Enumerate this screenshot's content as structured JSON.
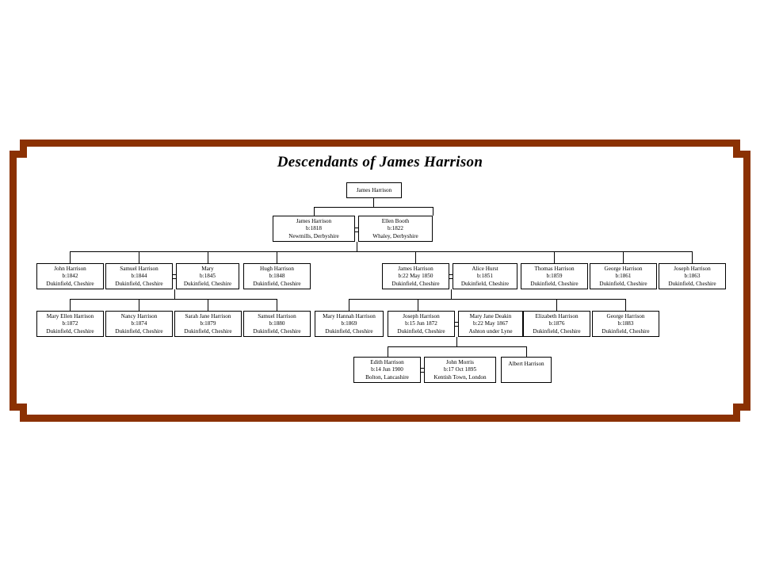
{
  "chart": {
    "title": "Descendants of James Harrison",
    "frame_color": "#8B3103",
    "background": "#ffffff",
    "line_color": "#000000"
  },
  "people": {
    "g1_james": {
      "name": "James Harrison",
      "birth": "",
      "place": ""
    },
    "g2_james": {
      "name": "James Harrison",
      "birth": "b:1818",
      "place": "Newmills, Derbyshire"
    },
    "g2_ellen": {
      "name": "Ellen Booth",
      "birth": "b:1822",
      "place": "Whaley, Derbyshire"
    },
    "g3_john": {
      "name": "John Harrison",
      "birth": "b:1842",
      "place": "Dukinfield, Cheshire"
    },
    "g3_samuel": {
      "name": "Samuel Harrison",
      "birth": "b:1844",
      "place": "Dukinfield, Cheshire"
    },
    "g3_mary": {
      "name": "Mary",
      "birth": "b:1845",
      "place": "Dukinfield, Cheshire"
    },
    "g3_hugh": {
      "name": "Hugh Harrison",
      "birth": "b:1848",
      "place": "Dukinfield, Cheshire"
    },
    "g3_james": {
      "name": "James Harrison",
      "birth": "b:22 May 1850",
      "place": "Dukinfield, Cheshire"
    },
    "g3_alice": {
      "name": "Alice Hurst",
      "birth": "b:1851",
      "place": "Dukinfield, Cheshire"
    },
    "g3_thomas": {
      "name": "Thomas Harrison",
      "birth": "b:1859",
      "place": "Dukinfield, Cheshire"
    },
    "g3_george": {
      "name": "George Harrison",
      "birth": "b:1861",
      "place": "Dukinfield, Cheshire"
    },
    "g3_joseph": {
      "name": "Joseph Harrison",
      "birth": "b:1863",
      "place": "Dukinfield, Cheshire"
    },
    "g4_maryellen": {
      "name": "Mary Ellen Harrison",
      "birth": "b:1872",
      "place": "Dukinfield, Cheshire"
    },
    "g4_nancy": {
      "name": "Nancy Harrison",
      "birth": "b:1874",
      "place": "Dukinfield, Cheshire"
    },
    "g4_sarahjane": {
      "name": "Sarah Jane Harrison",
      "birth": "b:1879",
      "place": "Dukinfield, Cheshire"
    },
    "g4_samuel": {
      "name": "Samuel Harrison",
      "birth": "b:1880",
      "place": "Dukinfield, Cheshire"
    },
    "g4_maryhannah": {
      "name": "Mary Hannah Harrison",
      "birth": "b:1869",
      "place": "Dukinfield, Cheshire"
    },
    "g4_joseph": {
      "name": "Joseph Harrison",
      "birth": "b:15 Jun 1872",
      "place": "Dukinfield, Cheshire"
    },
    "g4_maryjane": {
      "name": "Mary Jane Deakin",
      "birth": "b:22 May 1867",
      "place": "Ashton under Lyne"
    },
    "g4_elizabeth": {
      "name": "Elizabeth Harrison",
      "birth": "b:1876",
      "place": "Dukinfield, Cheshire"
    },
    "g4_george": {
      "name": "George Harrison",
      "birth": "b:1883",
      "place": "Dukinfield, Cheshire"
    },
    "g5_edith": {
      "name": "Edith Harrison",
      "birth": "b:14 Jun 1900",
      "place": "Bolton, Lancashire"
    },
    "g5_john": {
      "name": "John Morris",
      "birth": "b:17 Oct 1895",
      "place": "Kentish Town, London"
    },
    "g5_albert": {
      "name": "Albert Harrison",
      "birth": "",
      "place": ""
    }
  }
}
